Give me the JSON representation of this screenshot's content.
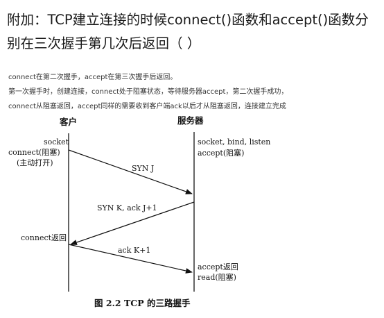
{
  "title": "附加：TCP建立连接的时候connect()函数和accept()函数分别在三次握手第几次后返回（ ）",
  "answer_lines": [
    "connect在第二次握手，accept在第三次握手后返回。",
    "第一次握手时，创建连接，connect处于阻塞状态，等待服务器accept，第二次握手成功，",
    "connect从阻塞返回，accept同样的需要收到客户端ack以后才从阻塞返回，连接建立完成"
  ],
  "diagram": {
    "client_header": "客户",
    "server_header": "服务器",
    "client_socket": "socket",
    "client_connect": "connect(阻塞)",
    "client_active_open": "(主动打开)",
    "server_socket_calls": "socket, bind, listen",
    "server_accept_blocked": "accept(阻塞)",
    "msg_syn": "SYN J",
    "msg_synack": "SYN K, ack J+1",
    "msg_ack": "ack K+1",
    "client_connect_return": "connect返回",
    "server_accept_return": "accept返回",
    "server_read_blocked": "read(阻塞)",
    "caption": "图 2.2   TCP 的三路握手"
  }
}
